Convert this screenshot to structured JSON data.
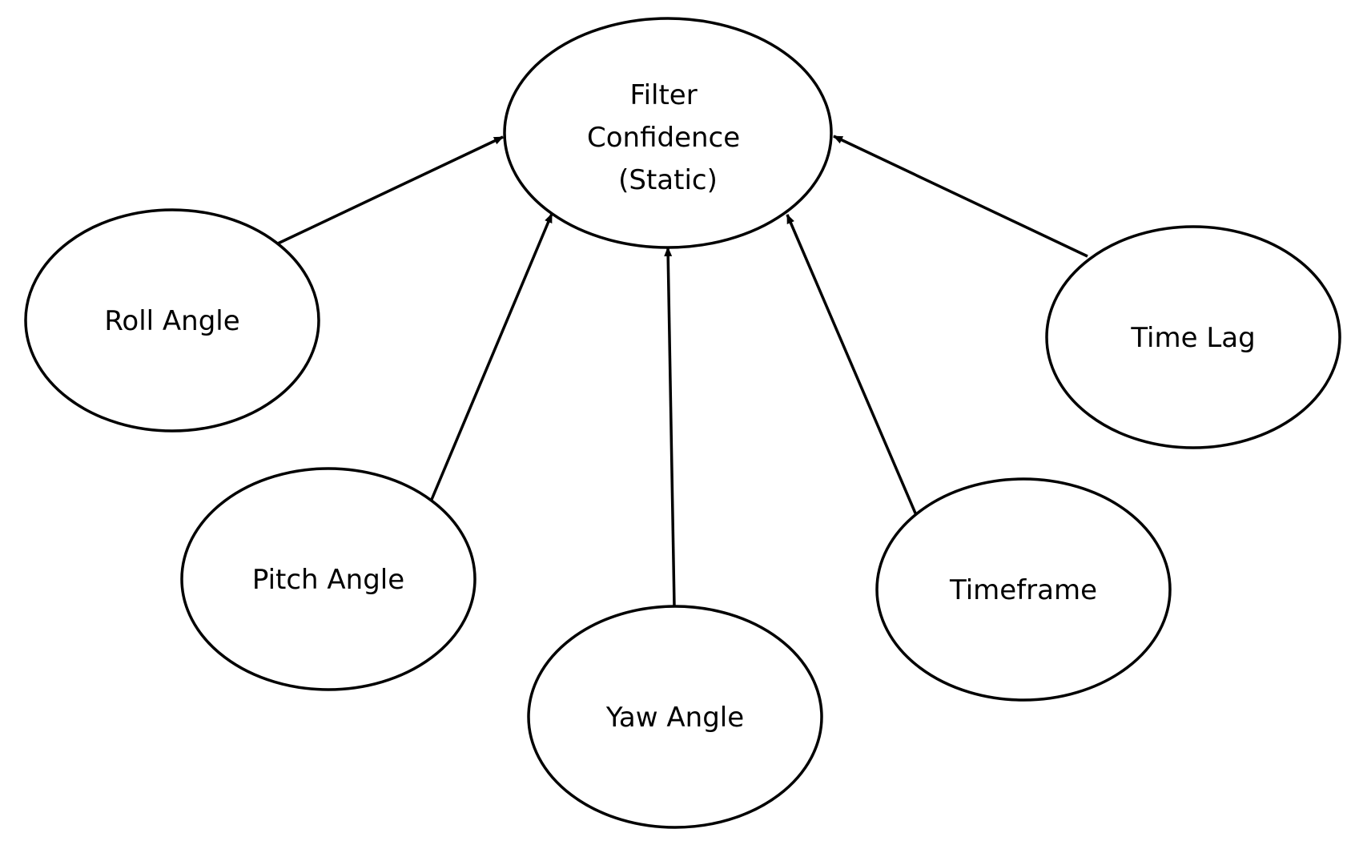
{
  "diagram": {
    "nodes": {
      "target": {
        "lines": [
          "Filter",
          "Confidence",
          "(Static)"
        ]
      },
      "roll": {
        "label": "Roll Angle"
      },
      "pitch": {
        "label": "Pitch Angle"
      },
      "yaw": {
        "label": "Yaw Angle"
      },
      "timeframe": {
        "label": "Timeframe"
      },
      "timelag": {
        "label": "Time Lag"
      }
    },
    "edges": [
      {
        "from": "roll",
        "to": "target"
      },
      {
        "from": "pitch",
        "to": "target"
      },
      {
        "from": "yaw",
        "to": "target"
      },
      {
        "from": "timeframe",
        "to": "target"
      },
      {
        "from": "timelag",
        "to": "target"
      }
    ],
    "colors": {
      "stroke": "#000000",
      "fill": "#ffffff",
      "text": "#000000"
    }
  }
}
